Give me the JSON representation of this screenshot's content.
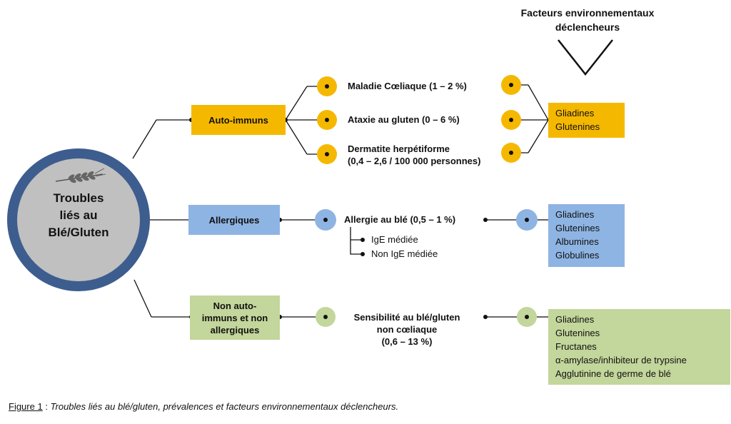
{
  "header": {
    "title_line1": "Facteurs environnementaux",
    "title_line2": "déclencheurs"
  },
  "root": {
    "line1": "Troubles",
    "line2": "liés au",
    "line3": "Blé/Gluten",
    "icon": "wheat-icon"
  },
  "branches": [
    {
      "label_lines": [
        "Auto-immuns"
      ],
      "color": "#f5b800",
      "disorders": [
        {
          "lines": [
            "Maladie Cœliaque (1 – 2 %)"
          ]
        },
        {
          "lines": [
            "Ataxie au gluten (0 – 6 %)"
          ]
        },
        {
          "lines": [
            "Dermatite herpétiforme",
            "(0,4 – 2,6 / 100 000 personnes)"
          ]
        }
      ],
      "triggers": [
        "Gliadines",
        "Glutenines"
      ]
    },
    {
      "label_lines": [
        "Allergiques"
      ],
      "color": "#8eb4e3",
      "disorders": [
        {
          "lines": [
            "Allergie au blé (0,5 – 1 %)"
          ],
          "subtypes": [
            "IgE médiée",
            "Non IgE médiée"
          ]
        }
      ],
      "triggers": [
        "Gliadines",
        "Glutenines",
        "Albumines",
        "Globulines"
      ]
    },
    {
      "label_lines": [
        "Non auto-",
        "immuns et non",
        "allergiques"
      ],
      "color": "#c3d69b",
      "disorders": [
        {
          "lines": [
            "Sensibilité au blé/gluten",
            "non cœliaque",
            "(0,6 – 13 %)"
          ]
        }
      ],
      "triggers": [
        "Gliadines",
        "Glutenines",
        "Fructanes",
        "α-amylase/inhibiteur de trypsine",
        "Agglutinine de germe de blé"
      ]
    }
  ],
  "caption": {
    "prefix": "Figure 1",
    "separator": " : ",
    "text": "Troubles liés au blé/gluten, prévalences et facteurs environnementaux déclencheurs."
  },
  "colors": {
    "root_ring": "#3d5d8f",
    "root_fill": "#c0c0c0",
    "line": "#111111"
  }
}
